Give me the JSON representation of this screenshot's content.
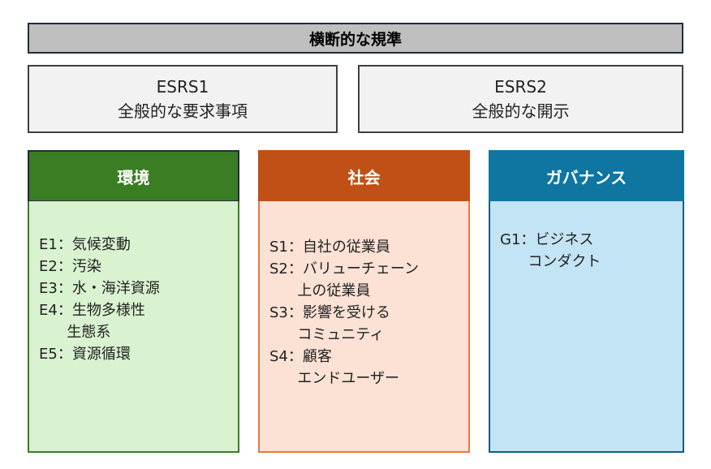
{
  "title": "横断的な規準",
  "esrs1": {
    "code": "ESRS1",
    "name": "全般的な要求事項"
  },
  "esrs2": {
    "code": "ESRS2",
    "name": "全般的な開示"
  },
  "columns": [
    {
      "header": "環境",
      "lines": [
        "E1：気候変動",
        "E2：汚染",
        "E3：水・海洋資源",
        "E4：生物多様性",
        "      生態系",
        "E5：資源循環"
      ]
    },
    {
      "header": "社会",
      "lines": [
        "S1：自社の従業員",
        "S2：バリューチェーン",
        "      上の従業員",
        "S3：影響を受ける",
        "      コミュニティ",
        "S4：顧客",
        "      エンドユーザー"
      ]
    },
    {
      "header": "ガバナンス",
      "lines": [
        "G1：ビジネス",
        "      コンダクト"
      ]
    }
  ],
  "colors": {
    "env_head": "#3b7d23",
    "env_body": "#d9f2d0",
    "soc_head": "#c05016",
    "soc_body": "#fbe2d5",
    "gov_head": "#0e76a0",
    "gov_body": "#c2e4f4"
  }
}
